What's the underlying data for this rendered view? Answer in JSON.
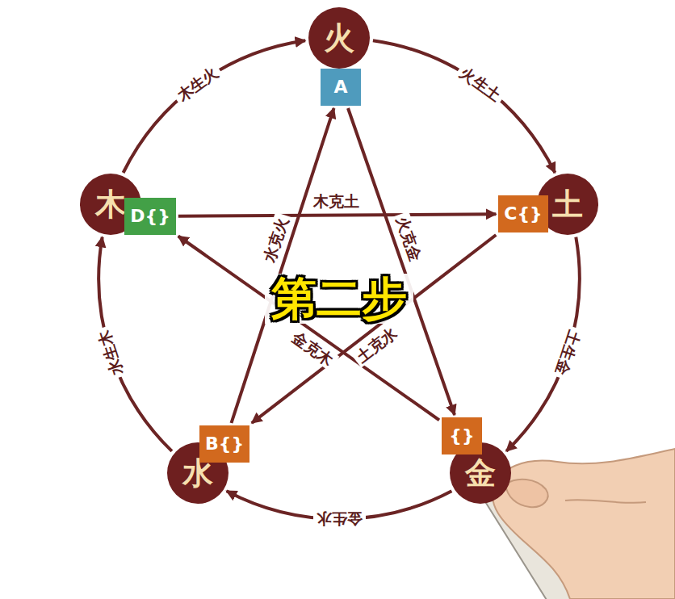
{
  "diagram": {
    "title": "第二步",
    "nodes": [
      {
        "text": [
          "火"
        ]
      },
      {
        "text": [
          "A"
        ]
      },
      {
        "text": [
          "土"
        ]
      },
      {
        "text": [
          "C{}"
        ]
      },
      {
        "text": [
          "金"
        ]
      },
      {
        "text": [
          "{}"
        ]
      },
      {
        "text": [
          "水"
        ]
      },
      {
        "text": [
          "B{}"
        ]
      },
      {
        "text": [
          "木"
        ]
      },
      {
        "text": [
          "D{}"
        ]
      }
    ],
    "edges": [
      {
        "from": 8,
        "to": 0,
        "arrow": "to",
        "label": "木生火"
      },
      {
        "from": 0,
        "to": 2,
        "arrow": "to",
        "label": "火生土"
      },
      {
        "from": 2,
        "to": 4,
        "arrow": "to",
        "label": "土生金"
      },
      {
        "from": 4,
        "to": 6,
        "arrow": "to",
        "label": "金生水"
      },
      {
        "from": 6,
        "to": 8,
        "arrow": "to",
        "label": "水生木"
      },
      {
        "from": 9,
        "to": 3,
        "arrow": "to",
        "label": "木克土"
      },
      {
        "from": 3,
        "to": 7,
        "arrow": "to",
        "label": "土克水"
      },
      {
        "from": 7,
        "to": 1,
        "arrow": "to",
        "label": "水克火"
      },
      {
        "from": 1,
        "to": 5,
        "arrow": "to",
        "label": "火克金"
      },
      {
        "from": 5,
        "to": 9,
        "arrow": "to",
        "label": "金克木"
      }
    ]
  }
}
